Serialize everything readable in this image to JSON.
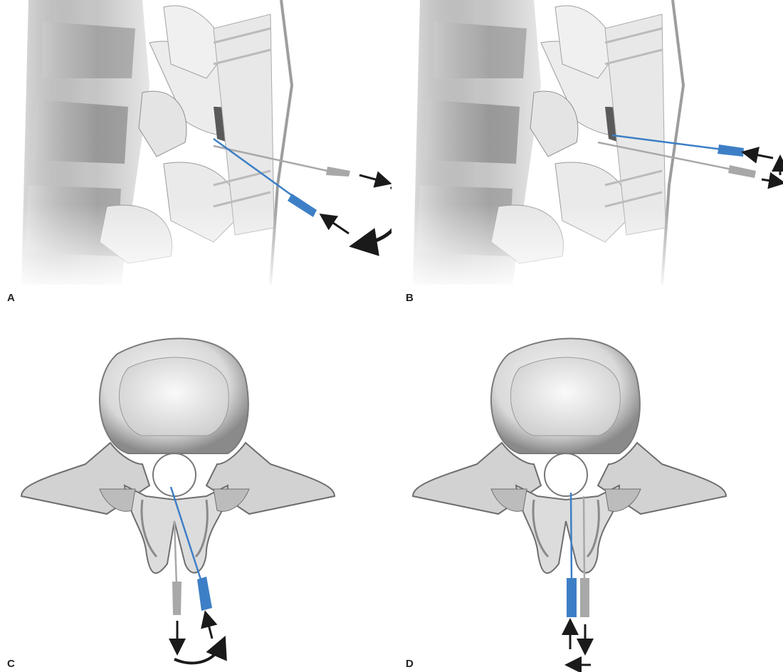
{
  "panels": [
    {
      "label": "A"
    },
    {
      "label": "B"
    },
    {
      "label": "C"
    },
    {
      "label": "D"
    }
  ],
  "colors": {
    "needle_blue": "#3d7fc6",
    "needle_gray": "#a8a8a8",
    "arrow": "#1a1a1a",
    "bone_light": "#f2f2f2",
    "bone_mid": "#c9c9c9",
    "bone_dark": "#6e6e6e"
  }
}
